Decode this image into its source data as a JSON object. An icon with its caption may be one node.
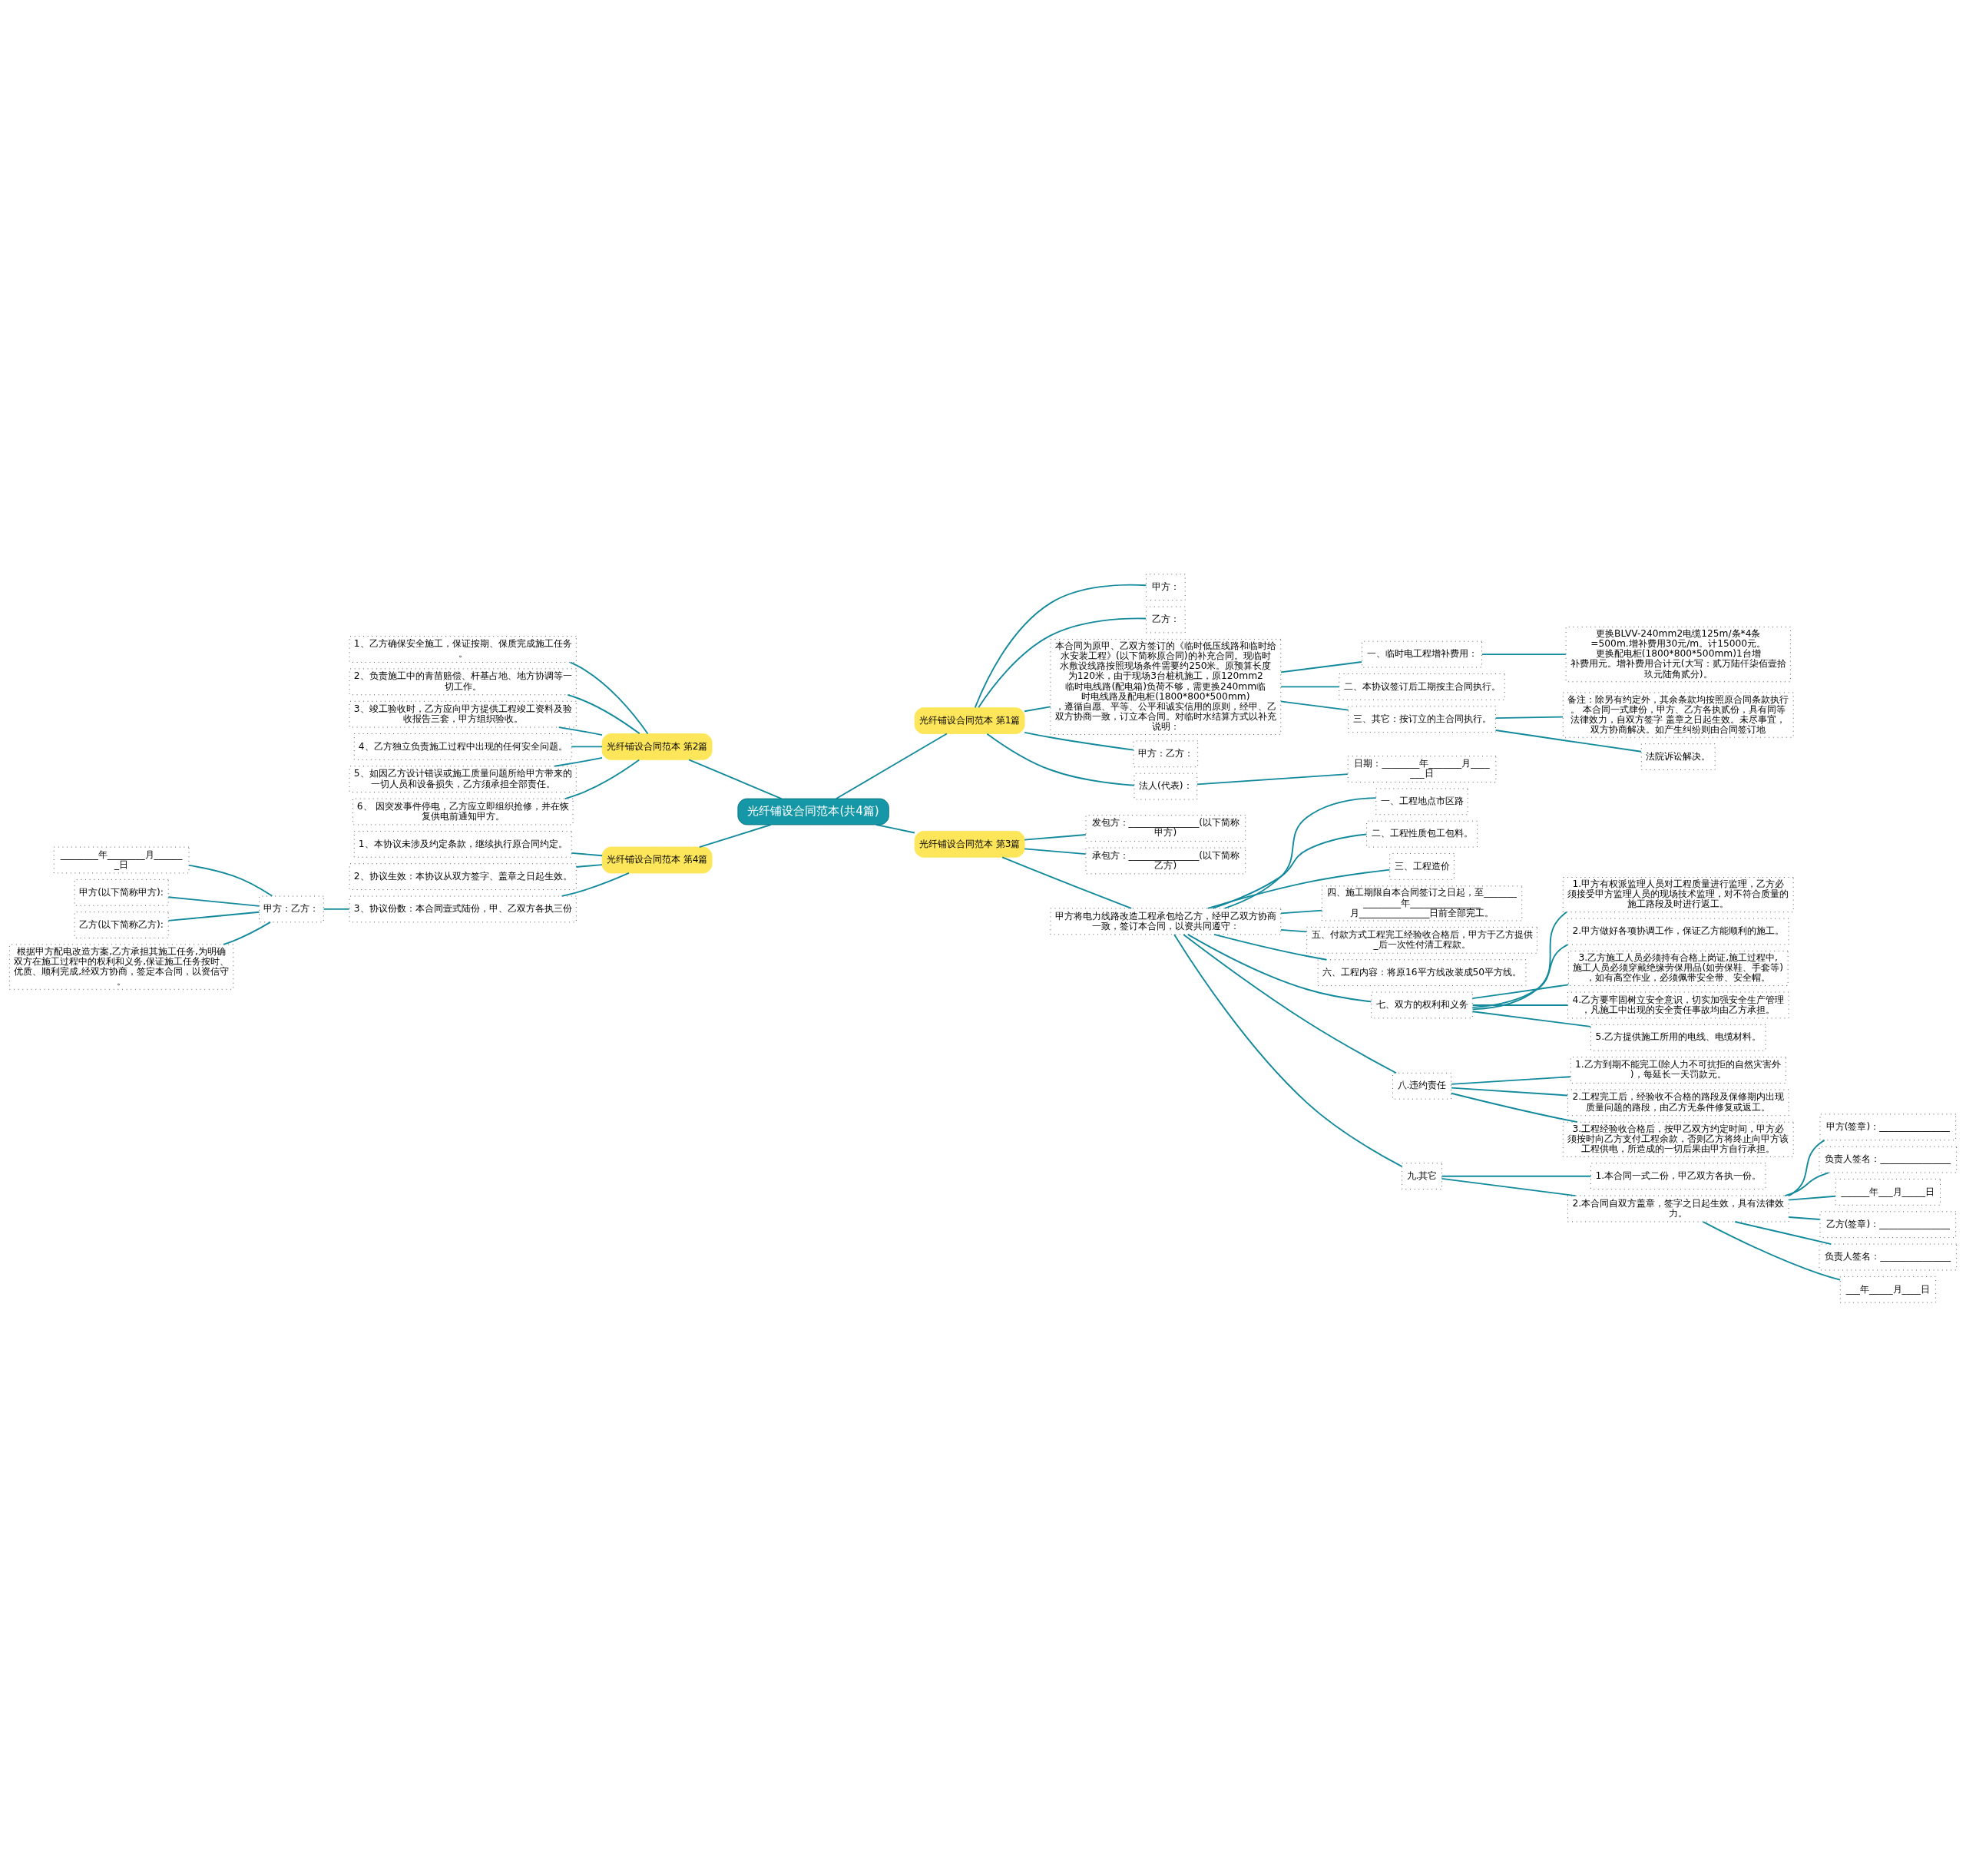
{
  "diagram": {
    "nodes": [
      {
        "text": [
          "光纤铺设合同范本(共4篇)"
        ]
      },
      {
        "text": [
          "光纤铺设合同范本 第1篇"
        ]
      },
      {
        "text": [
          "甲方："
        ]
      },
      {
        "text": [
          "乙方："
        ]
      },
      {
        "text": [
          "本合同为原甲、乙双方签订的《临时低压线路和临时给水安装工程》(以下简称原合同)的补充合同。现临时水敷设线路按照现场条件需要约250米。原预算长度为120米，由于现场3台桩机施工，原120mm2临时电线路(配电箱)负荷不够，需更换240mm临时电线路及配电柜(1800*800*500mm)，遵循自愿、平等、公平和诚实信用的原则，经甲、乙双方协商一致，订立本合同。对临时水结算方式以补充说明："
        ]
      },
      {
        "text": [
          "一、临时电工程增补费用："
        ]
      },
      {
        "text": [
          "更换BLVV-240mm2电缆125m/条*4条=500m.增补费用30元/m。计15000元。更换配电柜(1800*800*500mm)1台增补费用元。增补费用合计元(大写：贰万陆仟柒佰壹拾玖元陆角贰分)。"
        ]
      },
      {
        "text": [
          "二、本协议签订后工期按主合同执行。"
        ]
      },
      {
        "text": [
          "三、其它：按订立的主合同执行。"
        ]
      },
      {
        "text": [
          "备注：除另有约定外，其余条款均按照原合同条款执行。 本合同一式肆份，甲方、乙方各执贰份，具有同等法律效力，自双方签字 盖章之日起生效。未尽事宜，双方协商解决。如产生纠纷则由合同签订地"
        ]
      },
      {
        "text": [
          "法院诉讼解决。"
        ]
      },
      {
        "text": [
          "甲方：乙方："
        ]
      },
      {
        "text": [
          "法人(代表)："
        ]
      },
      {
        "text": [
          "日期：________年_______月_______日"
        ]
      },
      {
        "text": [
          "光纤铺设合同范本 第3篇"
        ]
      },
      {
        "text": [
          "发包方：_______________(以下简称甲方)"
        ]
      },
      {
        "text": [
          "承包方：_______________(以下简称乙方)"
        ]
      },
      {
        "text": [
          "甲方将电力线路改造工程承包给乙方，经甲乙双方协商一致，签订本合同，以资共同遵守："
        ]
      },
      {
        "text": [
          "一、工程地点市区路"
        ]
      },
      {
        "text": [
          "二、工程性质包工包料。"
        ]
      },
      {
        "text": [
          "三、工程造价"
        ]
      },
      {
        "text": [
          "四、施工期限自本合同签订之日起，至_______________年_______________月_______________日前全部完工。"
        ]
      },
      {
        "text": [
          "五、付款方式工程完工经验收合格后，甲方于乙方提供_后一次性付清工程款。"
        ]
      },
      {
        "text": [
          "六、工程内容：将原16平方线改装成50平方线。"
        ]
      },
      {
        "text": [
          "七、双方的权利和义务"
        ]
      },
      {
        "text": [
          "1.甲方有权派监理人员对工程质量进行监理，乙方必须接受甲方监理人员的现场技术监理，对不符合质量的施工路段及时进行返工。"
        ]
      },
      {
        "text": [
          "2.甲方做好各项协调工作，保证乙方能顺利的施工。"
        ]
      },
      {
        "text": [
          "3.乙方施工人员必须持有合格上岗证,施工过程中,施工人员必须穿戴绝缘劳保用品(如劳保鞋、手套等)，如有高空作业，必须佩带安全带、安全帽。"
        ]
      },
      {
        "text": [
          "4.乙方要牢固树立安全意识，切实加强安全生产管理，凡施工中出现的安全责任事故均由乙方承担。"
        ]
      },
      {
        "text": [
          "5.乙方提供施工所用的电线、电缆材料。"
        ]
      },
      {
        "text": [
          "八.违约责任"
        ]
      },
      {
        "text": [
          "1.乙方到期不能完工(除人力不可抗拒的自然灾害外)，每延长一天罚款元。"
        ]
      },
      {
        "text": [
          "2.工程完工后，经验收不合格的路段及保修期内出现质量问题的路段，由乙方无条件修复或返工。"
        ]
      },
      {
        "text": [
          "3.工程经验收合格后，按甲乙双方约定时间，甲方必须按时向乙方支付工程余款，否则乙方将终止向甲方该工程供电，所造成的一切后果由甲方自行承担。"
        ]
      },
      {
        "text": [
          "九.其它"
        ]
      },
      {
        "text": [
          "1.本合同一式二份，甲乙双方各执一份。"
        ]
      },
      {
        "text": [
          "2.本合同自双方盖章，签字之日起生效，具有法律效力。"
        ]
      },
      {
        "text": [
          "甲方(签章)：_______________"
        ]
      },
      {
        "text": [
          "负责人签名：_______________"
        ]
      },
      {
        "text": [
          "______年___月_____日"
        ]
      },
      {
        "text": [
          "乙方(签章)：_______________"
        ]
      },
      {
        "text": [
          "负责人签名：_______________"
        ]
      },
      {
        "text": [
          "___年_____月____日"
        ]
      },
      {
        "text": [
          "光纤铺设合同范本 第2篇"
        ]
      },
      {
        "text": [
          "1、乙方确保安全施工，保证按期、保质完成施工任务。"
        ]
      },
      {
        "text": [
          "2、负责施工中的青苗赔偿、杆基占地、地方协调等一切工作。"
        ]
      },
      {
        "text": [
          "3、竣工验收时，乙方应向甲方提供工程竣工资料及验收报告三套，甲方组织验收。"
        ]
      },
      {
        "text": [
          "4、乙方独立负责施工过程中出现的任何安全问题。"
        ]
      },
      {
        "text": [
          "5、如因乙方设计错误或施工质量问题所给甲方带来的一切人员和设备损失，乙方须承担全部责任。"
        ]
      },
      {
        "text": [
          "6、 因突发事件停电，乙方应立即组织抢修，并在恢复供电前通知甲方。"
        ]
      },
      {
        "text": [
          "光纤铺设合同范本 第4篇"
        ]
      },
      {
        "text": [
          "1、本协议未涉及约定条款，继续执行原合同约定。"
        ]
      },
      {
        "text": [
          "2、协议生效：本协议从双方签字、盖章之日起生效。"
        ]
      },
      {
        "text": [
          "3、协议份数：本合同壹式陆份，甲、乙双方各执三份"
        ]
      },
      {
        "text": [
          "甲方：乙方："
        ]
      },
      {
        "text": [
          "________年________月_______日"
        ]
      },
      {
        "text": [
          "甲方(以下简称甲方):"
        ]
      },
      {
        "text": [
          "乙方(以下简称乙方):"
        ]
      },
      {
        "text": [
          "根据甲方配电改造方案,乙方承担其施工任务,为明确双方在施工过程中的权利和义务,保证施工任务按时、优质、顺利完成,经双方协商，签定本合同，以资信守。"
        ]
      }
    ],
    "edges": [
      {
        "from": 0,
        "to": 1,
        "arrow": "none"
      },
      {
        "from": 1,
        "to": 2,
        "arrow": "none"
      },
      {
        "from": 1,
        "to": 3,
        "arrow": "none"
      },
      {
        "from": 1,
        "to": 4,
        "arrow": "none"
      },
      {
        "from": 4,
        "to": 5,
        "arrow": "none"
      },
      {
        "from": 5,
        "to": 6,
        "arrow": "none"
      },
      {
        "from": 4,
        "to": 7,
        "arrow": "none"
      },
      {
        "from": 4,
        "to": 8,
        "arrow": "none"
      },
      {
        "from": 8,
        "to": 9,
        "arrow": "none"
      },
      {
        "from": 8,
        "to": 10,
        "arrow": "none"
      },
      {
        "from": 1,
        "to": 11,
        "arrow": "none"
      },
      {
        "from": 1,
        "to": 12,
        "arrow": "none"
      },
      {
        "from": 12,
        "to": 13,
        "arrow": "none"
      },
      {
        "from": 0,
        "to": 14,
        "arrow": "none"
      },
      {
        "from": 14,
        "to": 15,
        "arrow": "none"
      },
      {
        "from": 14,
        "to": 16,
        "arrow": "none"
      },
      {
        "from": 14,
        "to": 17,
        "arrow": "none"
      },
      {
        "from": 17,
        "to": 18,
        "arrow": "none"
      },
      {
        "from": 17,
        "to": 19,
        "arrow": "none"
      },
      {
        "from": 17,
        "to": 20,
        "arrow": "none"
      },
      {
        "from": 17,
        "to": 21,
        "arrow": "none"
      },
      {
        "from": 17,
        "to": 22,
        "arrow": "none"
      },
      {
        "from": 17,
        "to": 23,
        "arrow": "none"
      },
      {
        "from": 17,
        "to": 24,
        "arrow": "none"
      },
      {
        "from": 24,
        "to": 25,
        "arrow": "none"
      },
      {
        "from": 24,
        "to": 26,
        "arrow": "none"
      },
      {
        "from": 24,
        "to": 27,
        "arrow": "none"
      },
      {
        "from": 24,
        "to": 28,
        "arrow": "none"
      },
      {
        "from": 24,
        "to": 29,
        "arrow": "none"
      },
      {
        "from": 17,
        "to": 30,
        "arrow": "none"
      },
      {
        "from": 30,
        "to": 31,
        "arrow": "none"
      },
      {
        "from": 30,
        "to": 32,
        "arrow": "none"
      },
      {
        "from": 30,
        "to": 33,
        "arrow": "none"
      },
      {
        "from": 17,
        "to": 34,
        "arrow": "none"
      },
      {
        "from": 34,
        "to": 35,
        "arrow": "none"
      },
      {
        "from": 34,
        "to": 36,
        "arrow": "none"
      },
      {
        "from": 36,
        "to": 37,
        "arrow": "none"
      },
      {
        "from": 36,
        "to": 38,
        "arrow": "none"
      },
      {
        "from": 36,
        "to": 39,
        "arrow": "none"
      },
      {
        "from": 36,
        "to": 40,
        "arrow": "none"
      },
      {
        "from": 36,
        "to": 41,
        "arrow": "none"
      },
      {
        "from": 36,
        "to": 42,
        "arrow": "none"
      },
      {
        "from": 0,
        "to": 43,
        "arrow": "none"
      },
      {
        "from": 43,
        "to": 44,
        "arrow": "none"
      },
      {
        "from": 43,
        "to": 45,
        "arrow": "none"
      },
      {
        "from": 43,
        "to": 46,
        "arrow": "none"
      },
      {
        "from": 43,
        "to": 47,
        "arrow": "none"
      },
      {
        "from": 43,
        "to": 48,
        "arrow": "none"
      },
      {
        "from": 43,
        "to": 49,
        "arrow": "none"
      },
      {
        "from": 0,
        "to": 50,
        "arrow": "none"
      },
      {
        "from": 50,
        "to": 51,
        "arrow": "none"
      },
      {
        "from": 50,
        "to": 52,
        "arrow": "none"
      },
      {
        "from": 50,
        "to": 53,
        "arrow": "none"
      },
      {
        "from": 53,
        "to": 54,
        "arrow": "none"
      },
      {
        "from": 54,
        "to": 55,
        "arrow": "none"
      },
      {
        "from": 54,
        "to": 56,
        "arrow": "none"
      },
      {
        "from": 54,
        "to": 57,
        "arrow": "none"
      },
      {
        "from": 54,
        "to": 58,
        "arrow": "none"
      }
    ]
  }
}
